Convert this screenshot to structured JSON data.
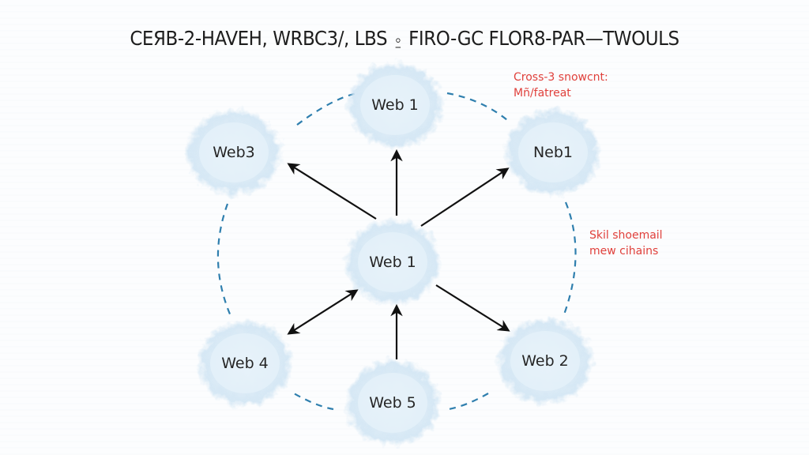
{
  "title": "CEЯB-2-HAVEH, WRBC3/, LBS ⍛ FIRO-GC FLOR8-PAR—TWOULS",
  "colors": {
    "background": "#fbfcfd",
    "node_fill": "#d6e8f5",
    "node_fill_center": "#e6f1f9",
    "dashed_ring": "#2f7fae",
    "arrow": "#111111",
    "annotation": "#e0403b",
    "text": "#262626"
  },
  "nodes": [
    {
      "id": "top",
      "label": "Web 1"
    },
    {
      "id": "top-left",
      "label": "Web3"
    },
    {
      "id": "top-right",
      "label": "Neb1"
    },
    {
      "id": "center",
      "label": "Web 1"
    },
    {
      "id": "bottom-left",
      "label": "Web 4"
    },
    {
      "id": "bottom-right",
      "label": "Web 2"
    },
    {
      "id": "bottom",
      "label": "Web 5"
    }
  ],
  "edges": [
    {
      "from": "center",
      "to": "top",
      "style": "arrow"
    },
    {
      "from": "center",
      "to": "top-left",
      "style": "arrow"
    },
    {
      "from": "center",
      "to": "top-right",
      "style": "arrow"
    },
    {
      "from": "center",
      "to": "bottom-left",
      "style": "double-arrow"
    },
    {
      "from": "center",
      "to": "bottom-right",
      "style": "arrow"
    },
    {
      "from": "bottom",
      "to": "center",
      "style": "arrow"
    }
  ],
  "ring": {
    "style": "dashed",
    "connects": [
      "top",
      "top-right",
      "bottom-right",
      "bottom",
      "bottom-left",
      "top-left"
    ]
  },
  "annotations": [
    {
      "lines": [
        "Cross-3 snowcnt:",
        "Mñ/fatreat"
      ]
    },
    {
      "lines": [
        "Skil shoemail",
        "mew cihains"
      ]
    }
  ]
}
